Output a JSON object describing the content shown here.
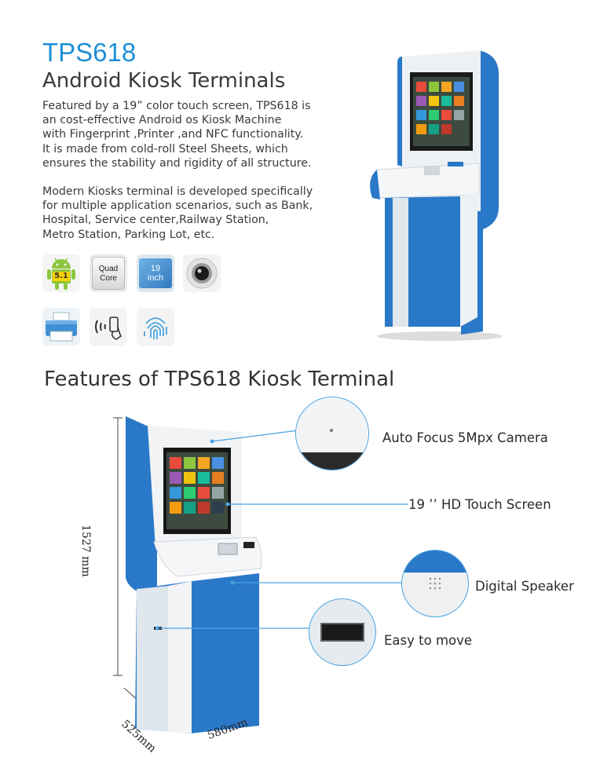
{
  "header": {
    "model": "TPS618",
    "subtitle": "Android Kiosk Terminals"
  },
  "description": {
    "para1": [
      "Featured by a 19” color touch screen, TPS618 is",
      "an cost-effective Android os Kiosk Machine",
      "with Fingerprint ,Printer ,and NFC functionality.",
      "It is made from cold-roll Steel Sheets, which",
      "ensures the stability and rigidity of all structure."
    ],
    "para2": [
      "Modern Kiosks terminal is developed specifically",
      "for multiple application scenarios, such as Bank,",
      "Hospital, Service center,Railway Station,",
      "Metro Station, Parking Lot, etc."
    ]
  },
  "badges": {
    "android_version": "5.1",
    "cpu_line1": "Quad",
    "cpu_line2": "Core",
    "screen_line1": "19",
    "screen_line2": "inch"
  },
  "features": {
    "title": "Features of TPS618 Kiosk Terminal",
    "camera": "Auto Focus 5Mpx Camera",
    "screen": "19 ’’ HD Touch Screen",
    "speaker": "Digital Speaker",
    "move": "Easy to move"
  },
  "dimensions": {
    "height": "1527 mm",
    "depth": "525mm",
    "width": "580mm"
  },
  "colors": {
    "brand_blue": "#1e8fd6",
    "kiosk_blue": "#2a78c8",
    "kiosk_white": "#f2f4f6",
    "android_green": "#8cc63f",
    "callout_line": "#4aa3e0"
  }
}
